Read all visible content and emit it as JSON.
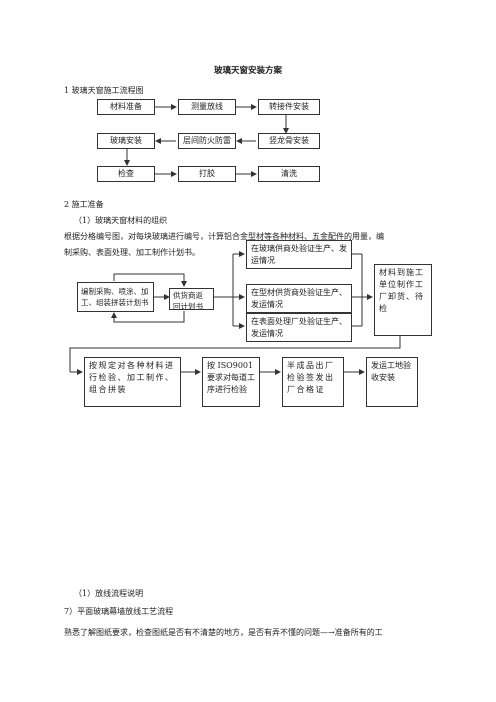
{
  "doc": {
    "title": "玻璃天窗安装方案",
    "section1_heading": "1 玻璃天窗施工流程图",
    "flow1": {
      "row1": [
        "材料准备",
        "测量放线",
        "转接件安装"
      ],
      "row2": [
        "玻璃安装",
        "层间防火防雷",
        "竖龙骨安装"
      ],
      "row3": [
        "检查",
        "打胶",
        "清洗"
      ]
    },
    "section2_heading": "2 施工准备",
    "sub1": "（1）玻璃天窗材料的组织",
    "para_line1": "根据分格编号图，对每块玻璃进行编号，计算铝合金型材等各种材料、五金配件的用量，编",
    "para_line2": "制采购、表面处理、加工制作计划书。",
    "flow2": {
      "box_plan": "编制采购、喷涂、加工、组装拼装计划书",
      "box_supplier": "供货商返回计划书",
      "box_glass": "在玻璃供商处验证生产、发运情况",
      "box_profile": "在型材供货商处验证生产、发运情况",
      "box_surface": "在表面处理厂处验证生产、发运情况",
      "box_arrive": "材料到施工单位制作工厂卸货、待检",
      "box_process": "按规定对各种材料进行检验、加工制作、组合拼装",
      "box_iso": "按 ISO9001 要求对每道工序进行检验",
      "box_semi": "半成品出厂检验签发出厂合格证",
      "box_ship": "发运工地验收安装"
    },
    "sub2": "（1）放线流程说明",
    "sub3": "7）平面玻璃幕墙放线工艺流程",
    "para2": "熟悉了解图纸要求，检查图纸是否有不清楚的地方，是否有弄不懂的问题—→准备所有的工"
  }
}
